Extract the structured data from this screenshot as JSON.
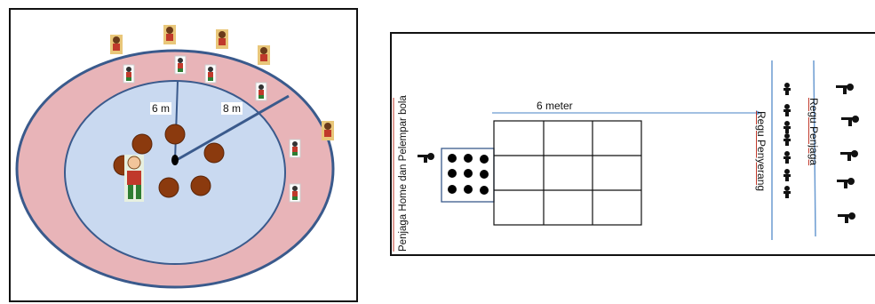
{
  "left": {
    "label_6m": "6 m",
    "label_8m": "8 m",
    "colors": {
      "outer_ring": "#e8b4b8",
      "inner_field": "#c9d9f0",
      "ring_stroke": "#3a5a8c",
      "base": "#8b3a0e"
    }
  },
  "right": {
    "distance_label": "6 meter",
    "vertical_left_label": "Penjaga Home dan Pelempar bola",
    "attackers_label": "Regu Penyerang",
    "defenders_label": "Regu Penjaga",
    "colors": {
      "line": "#6b9bd1",
      "grid": "#111111",
      "dot": "#000000"
    }
  }
}
